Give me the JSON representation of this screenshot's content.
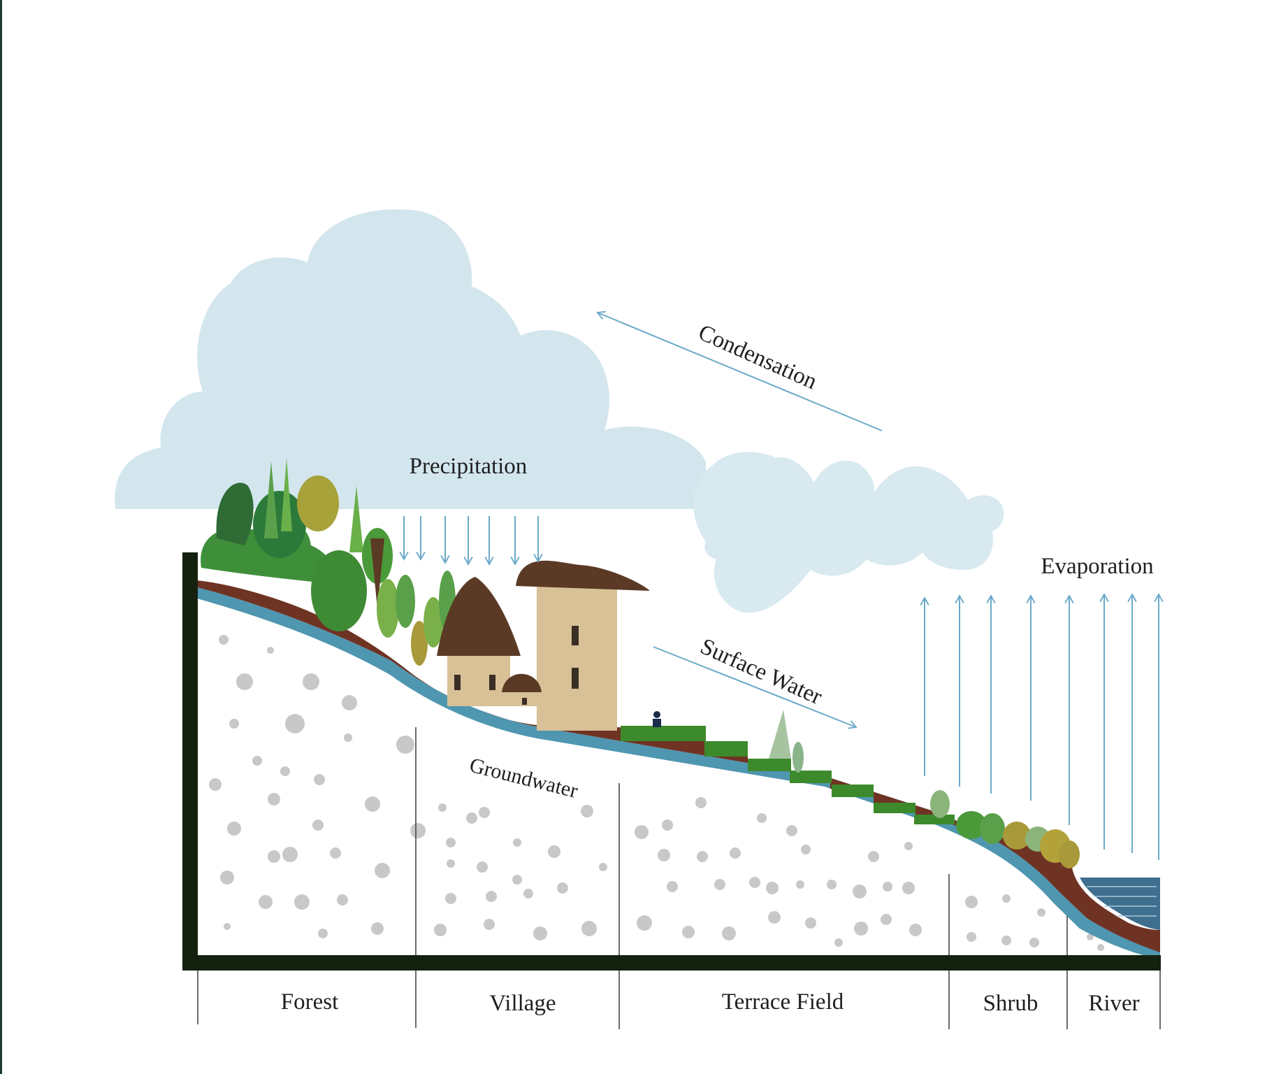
{
  "labels": {
    "precipitation": "Precipitation",
    "condensation": "Condensation",
    "evaporation": "Evaporation",
    "surface_water": "Surface Water",
    "groundwater": "Groundwater"
  },
  "zones": [
    "Forest",
    "Village",
    "Terrace Field",
    "Shrub",
    "River"
  ],
  "colors": {
    "cloud": "#d3e6ee",
    "arrow": "#6aaac8",
    "soil": "#6f3324",
    "water_layer": "#4f96b0",
    "ground": "#ffffff",
    "stones": "#c8c8c8",
    "frame": "#15210f",
    "grass": "#3d8a2c",
    "river": "#3f6f8f",
    "roof": "#5b3a25",
    "wall": "#d8c197"
  }
}
